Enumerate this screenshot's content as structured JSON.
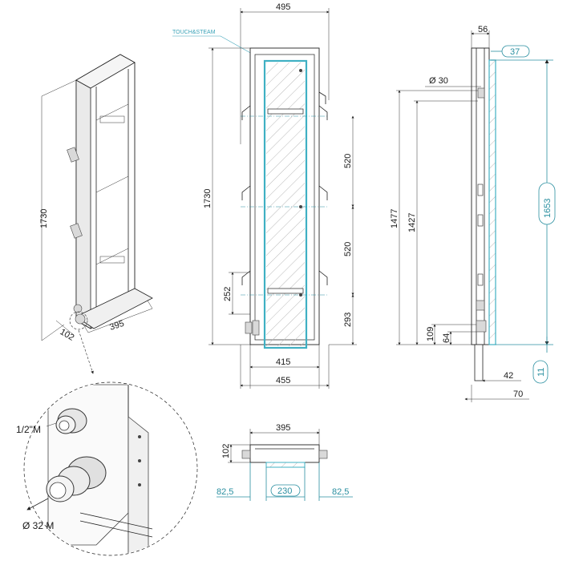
{
  "iso_view": {
    "height": "1730",
    "width": "395",
    "depth": "102"
  },
  "front_view": {
    "top_width": "495",
    "panel_label": "TOUCH&STEAM",
    "height": "1730",
    "spacing_upper": "520",
    "spacing_lower": "520",
    "bottom_offset": "293",
    "left_offset": "252",
    "inner_width": "415",
    "outer_width": "455"
  },
  "side_view": {
    "top_depth": "56",
    "top_offset": "37",
    "pipe_diameter": "Ø 30",
    "height_1477": "1477",
    "height_1427": "1427",
    "panel_height": "1653",
    "dim_109": "109",
    "dim_64": "64",
    "dim_42": "42",
    "dim_11": "11",
    "dim_70": "70"
  },
  "top_view": {
    "width": "395",
    "depth": "102",
    "left_margin": "82,5",
    "panel_width": "230",
    "right_margin": "82,5"
  },
  "detail_view": {
    "connection_small": "1/2\"M",
    "connection_large": "Ø 32 M"
  },
  "colors": {
    "accent": "#2a8fa0",
    "line": "#222222"
  }
}
